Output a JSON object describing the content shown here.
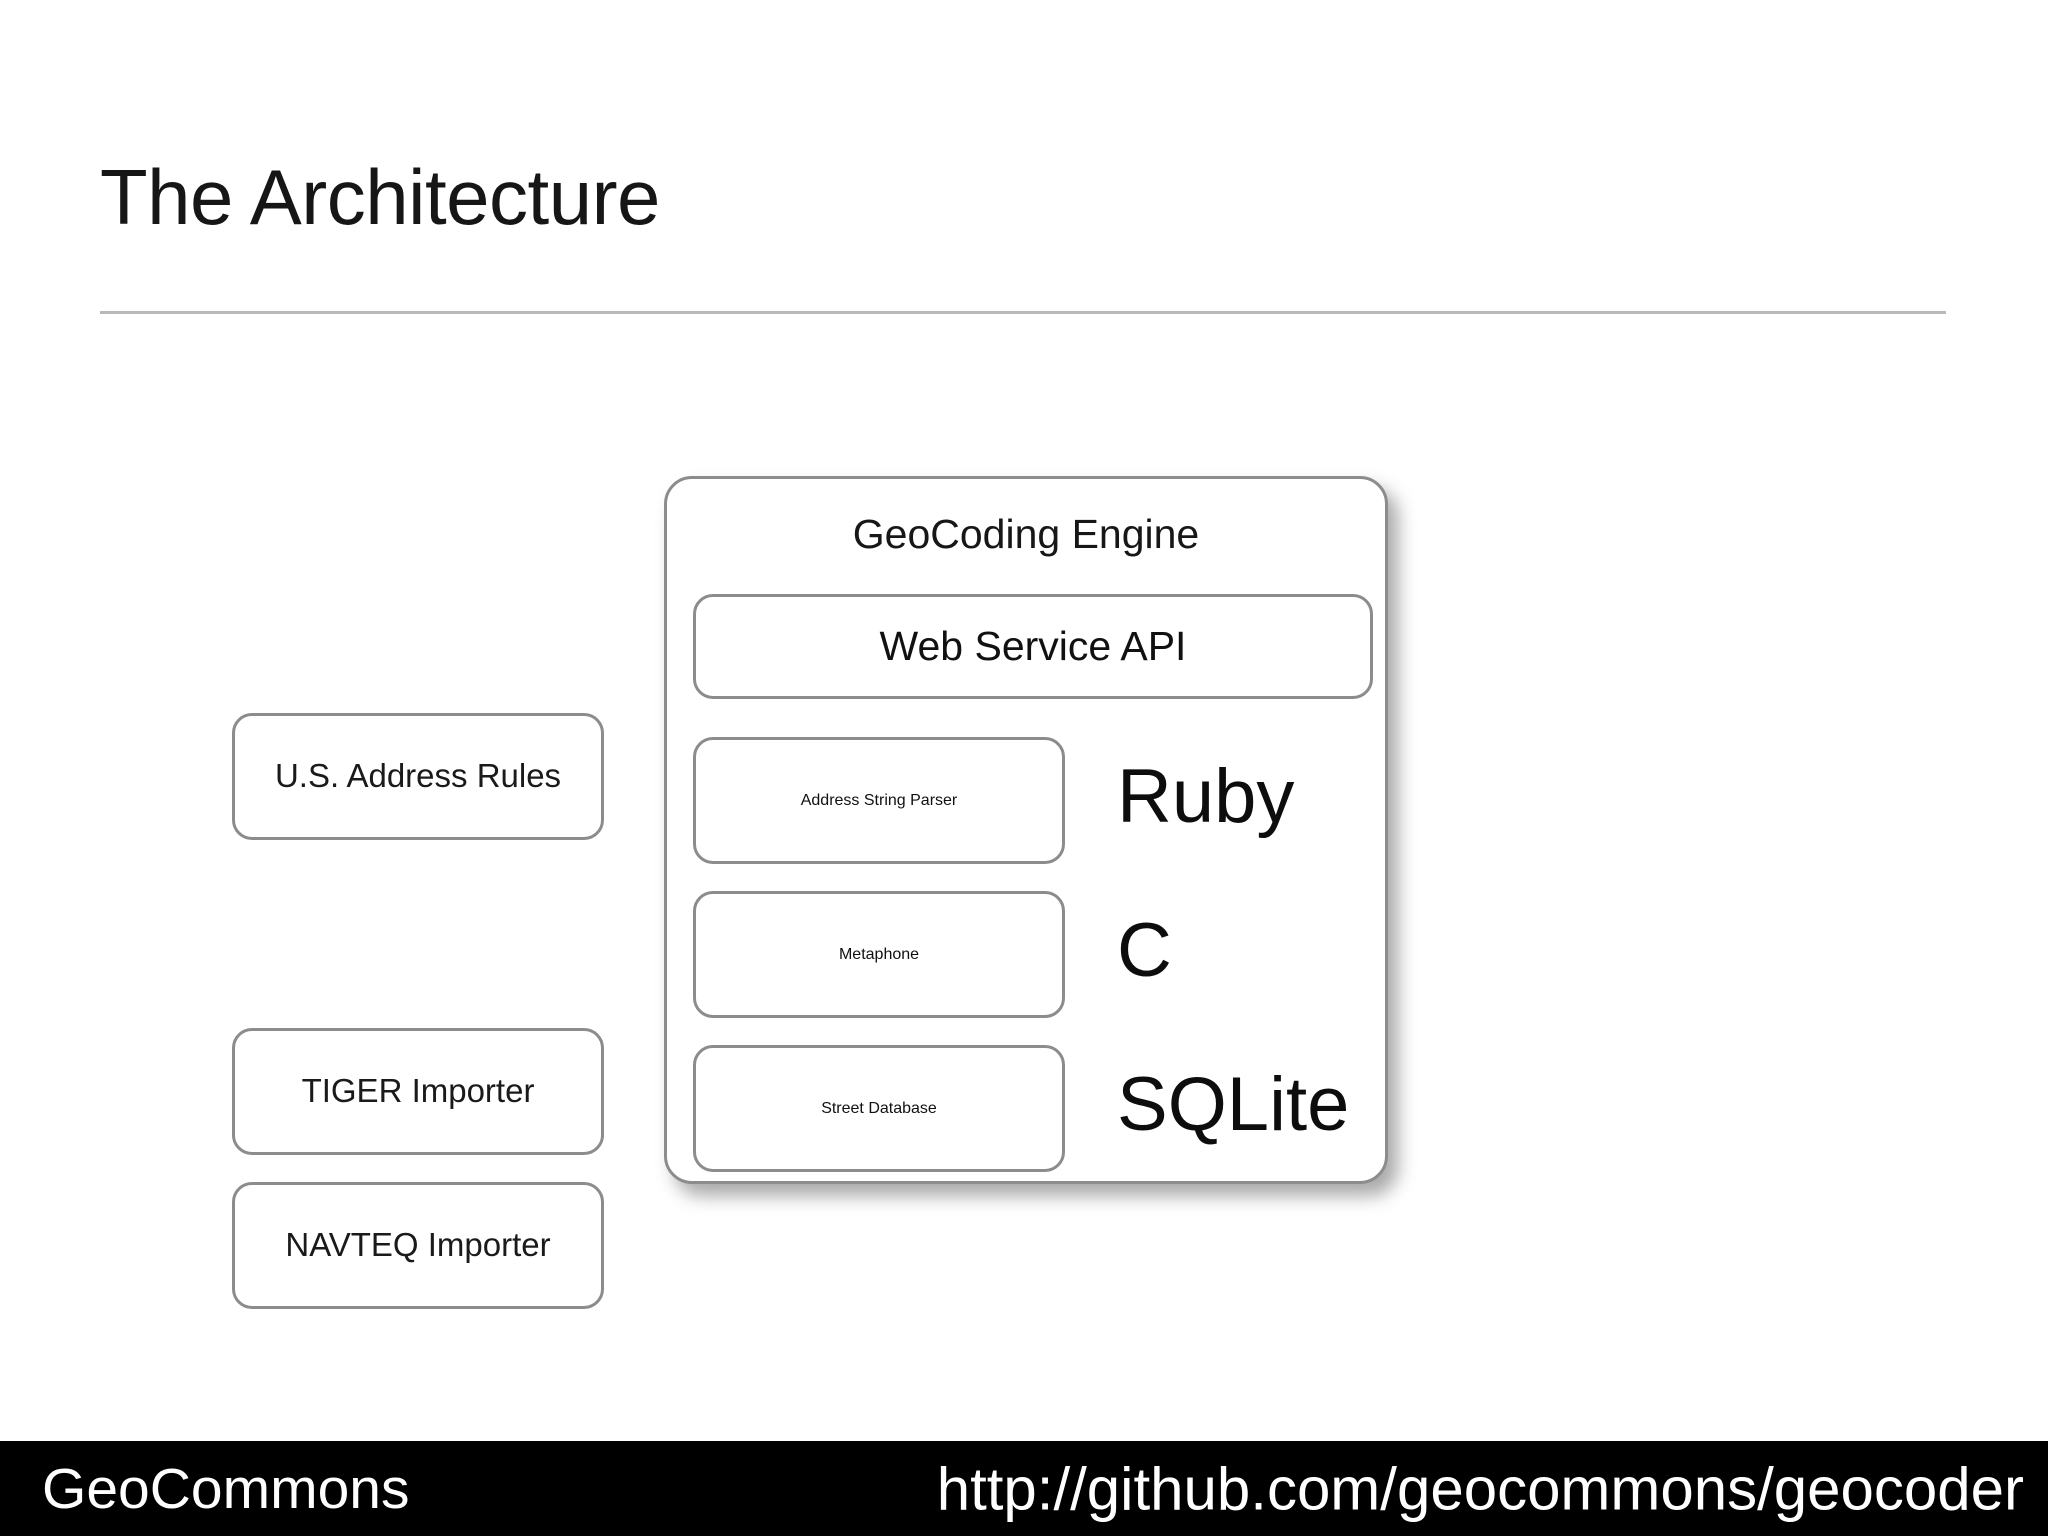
{
  "slide": {
    "title": "The Architecture",
    "background_color": "#ffffff",
    "rule_color": "#b9b9b9",
    "box_border_color": "#8c8c8c",
    "text_color": "#111111"
  },
  "inputs": [
    {
      "label": "U.S. Address Rules"
    },
    {
      "label": "TIGER Importer"
    },
    {
      "label": "NAVTEQ Importer"
    }
  ],
  "engine": {
    "title": "GeoCoding Engine",
    "layers": [
      {
        "label": "Web Service API",
        "language": ""
      },
      {
        "label": "Address String Parser",
        "language": "Ruby"
      },
      {
        "label": "Metaphone",
        "language": "C"
      },
      {
        "label": "Street Database",
        "language": "SQLite"
      }
    ]
  },
  "footer": {
    "brand": "GeoCommons",
    "url": "http://github.com/geocommons/geocoder",
    "background_color": "#000000",
    "text_color": "#ffffff"
  }
}
